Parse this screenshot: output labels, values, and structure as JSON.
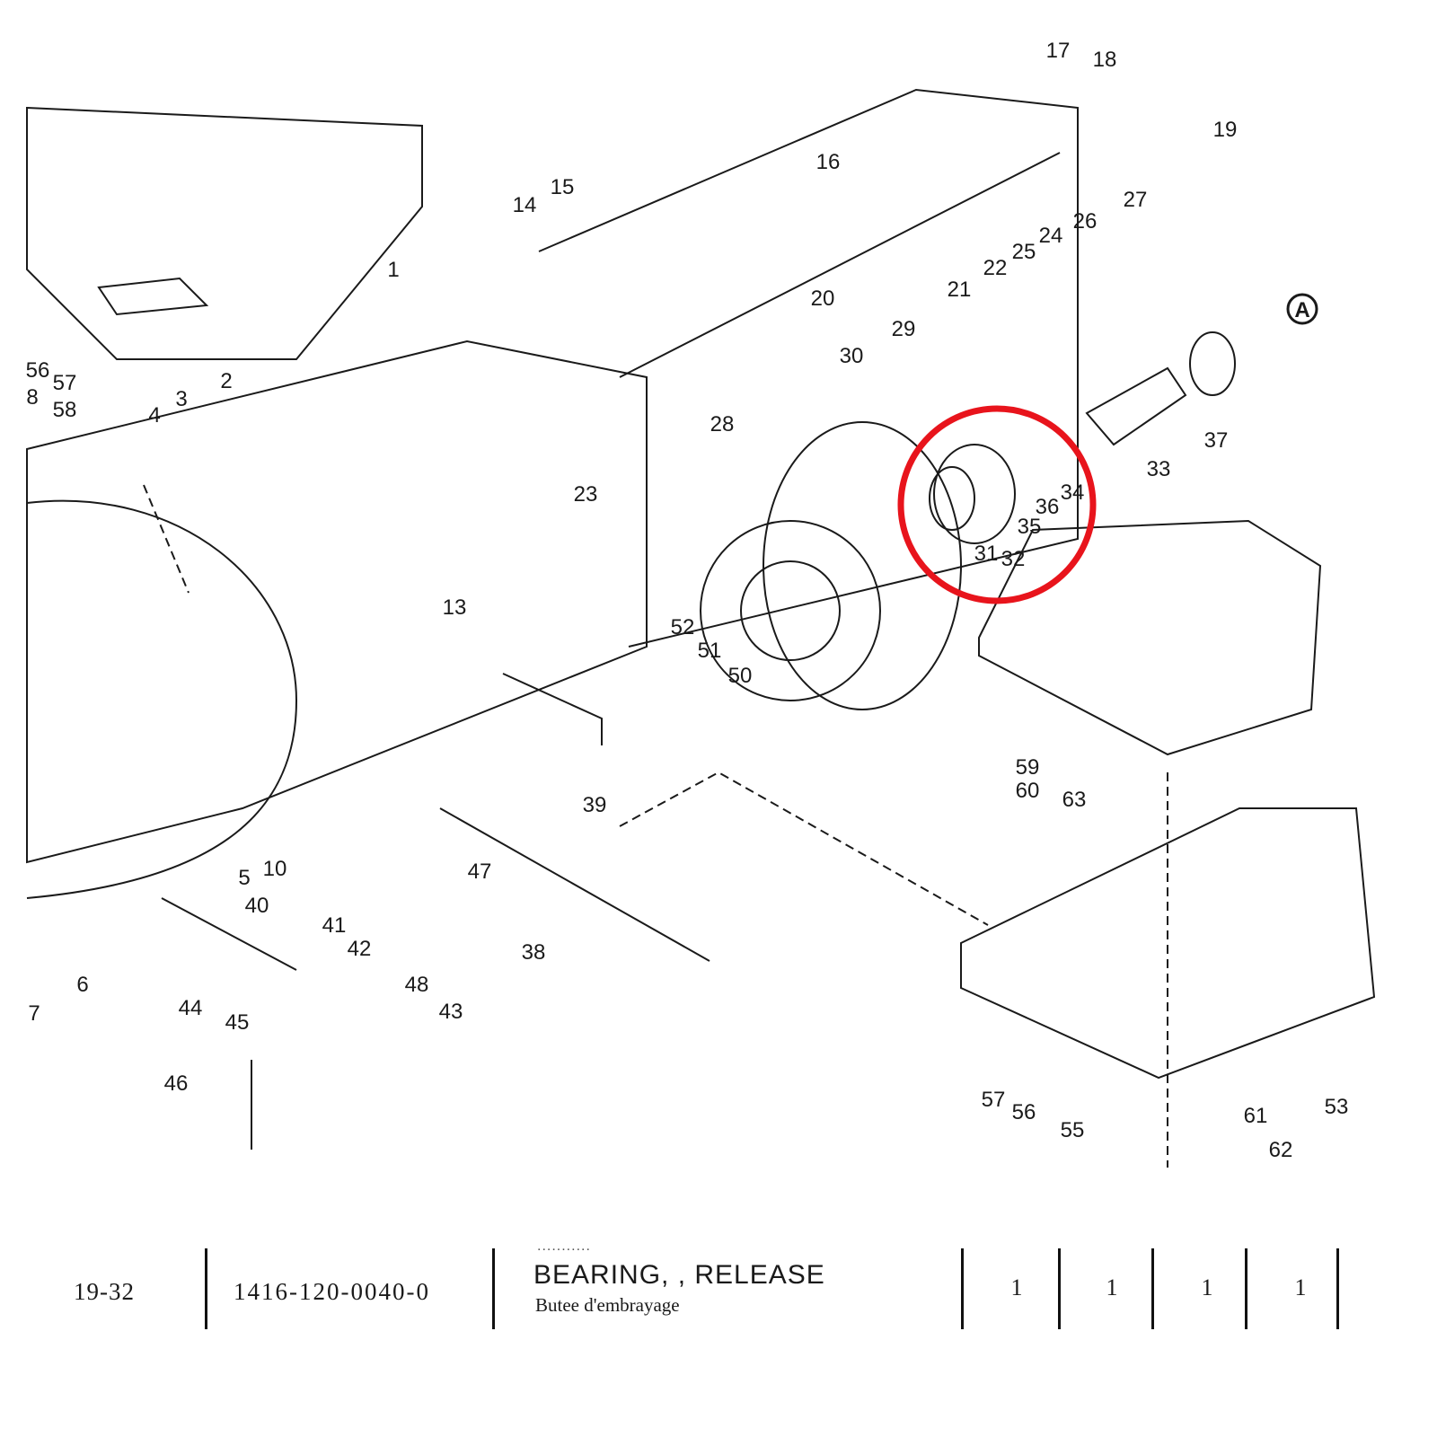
{
  "callouts": [
    "1",
    "2",
    "3",
    "4",
    "5",
    "6",
    "7",
    "8",
    "10",
    "13",
    "14",
    "15",
    "16",
    "17",
    "18",
    "19",
    "20",
    "21",
    "22",
    "23",
    "24",
    "25",
    "26",
    "27",
    "28",
    "29",
    "30",
    "31",
    "32",
    "33",
    "34",
    "35",
    "36",
    "37",
    "38",
    "39",
    "40",
    "41",
    "42",
    "43",
    "44",
    "45",
    "46",
    "47",
    "48",
    "50",
    "51",
    "52",
    "53",
    "55",
    "56",
    "57",
    "58",
    "59",
    "60",
    "61",
    "62",
    "63"
  ],
  "marker": "A",
  "row": {
    "ref": "19-32",
    "part_number": "1416-120-0040-0",
    "cut_off_text": "...........",
    "name_en": "BEARING, , RELEASE",
    "name_fr": "Butee d'embrayage",
    "quantities": [
      "1",
      "1",
      "1",
      "1"
    ]
  },
  "colors": {
    "line": "#1a1a1a",
    "highlight": "#e8141c"
  }
}
